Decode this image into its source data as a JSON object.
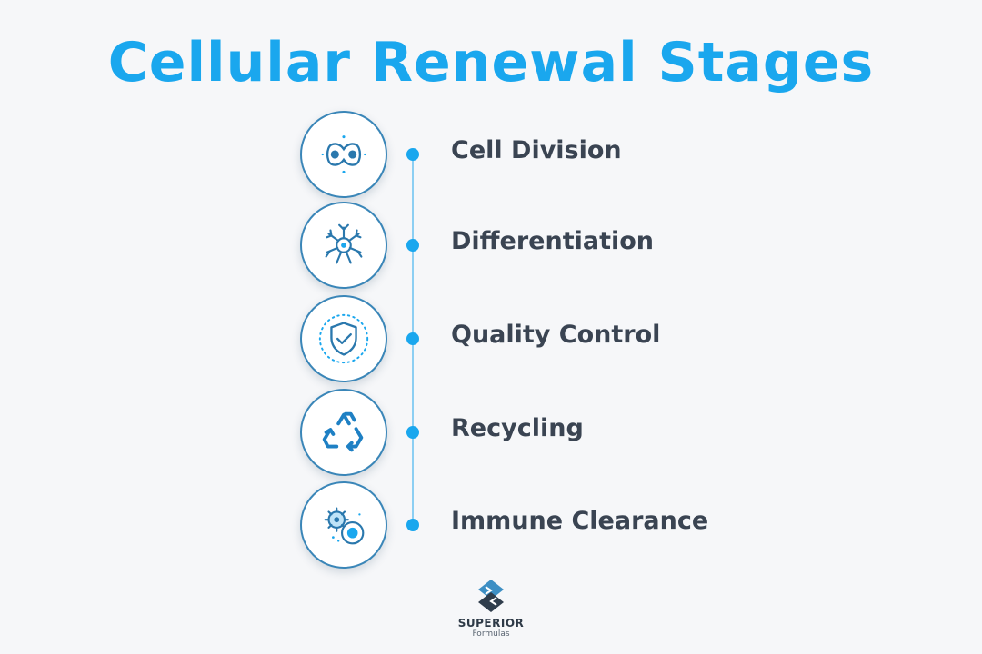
{
  "title": "Cellular Renewal Stages",
  "stages": [
    {
      "label": "Cell Division",
      "icon": "cell-division-icon"
    },
    {
      "label": "Differentiation",
      "icon": "neuron-cell-icon"
    },
    {
      "label": "Quality Control",
      "icon": "shield-check-icon"
    },
    {
      "label": "Recycling",
      "icon": "recycle-icon"
    },
    {
      "label": "Immune Clearance",
      "icon": "immune-cell-icon"
    }
  ],
  "logo": {
    "name": "SUPERIOR",
    "sub": "Formulas"
  },
  "colors": {
    "accent": "#1aa7ee",
    "icon_stroke": "#2a78ad",
    "text": "#3a4452",
    "line": "#8ccff3"
  }
}
